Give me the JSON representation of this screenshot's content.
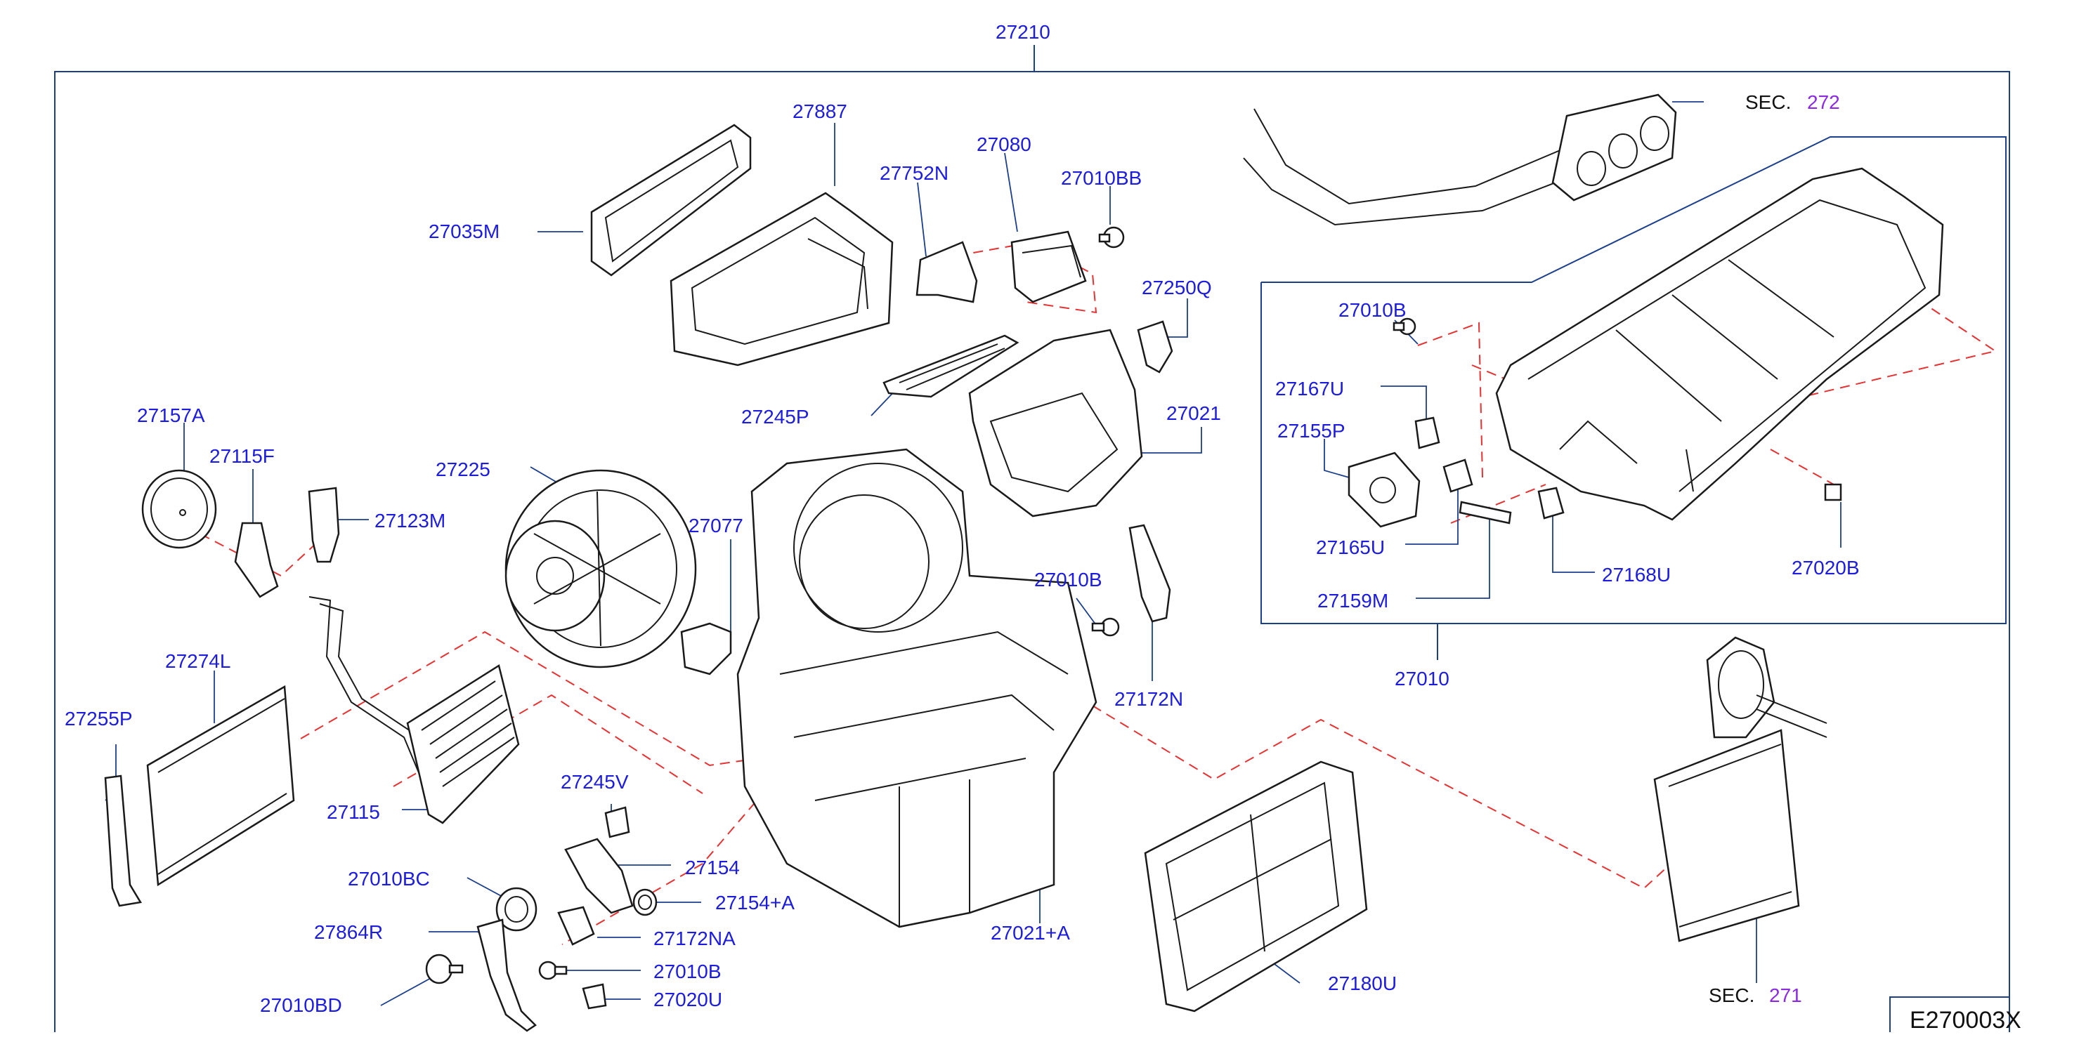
{
  "diagram_code": "E270003X",
  "top_label": "27210",
  "sub_assembly_label": "27010",
  "sec_labels": [
    {
      "prefix": "SEC.",
      "number": "272"
    },
    {
      "prefix": "SEC.",
      "number": "271"
    }
  ],
  "part_labels": {
    "p27887": "27887",
    "p27035M": "27035M",
    "p27752N": "27752N",
    "p27080": "27080",
    "p27010BB": "27010BB",
    "p27250Q": "27250Q",
    "p27245P": "27245P",
    "p27021": "27021",
    "p27157A": "27157A",
    "p27115F": "27115F",
    "p27123M": "27123M",
    "p27225": "27225",
    "p27077": "27077",
    "p27010B_a": "27010B",
    "p27172N": "27172N",
    "p27274L": "27274L",
    "p27255P": "27255P",
    "p27115": "27115",
    "p27245V": "27245V",
    "p27154": "27154",
    "p27010BC": "27010BC",
    "p27154A": "27154+A",
    "p27864R": "27864R",
    "p27172NA": "27172NA",
    "p27010B_b": "27010B",
    "p27010BD": "27010BD",
    "p27020U": "27020U",
    "p27021A": "27021+A",
    "p27180U": "27180U",
    "p27010B_c": "27010B",
    "p27167U": "27167U",
    "p27155P": "27155P",
    "p27165U": "27165U",
    "p27159M": "27159M",
    "p27168U": "27168U",
    "p27020B": "27020B"
  },
  "colors": {
    "label_blue": "#1c1ce0",
    "frame_blue": "#1c3f8c",
    "dash_red": "#e53232",
    "sec_purple": "#8a2be2",
    "outline": "#1a1a1a"
  }
}
